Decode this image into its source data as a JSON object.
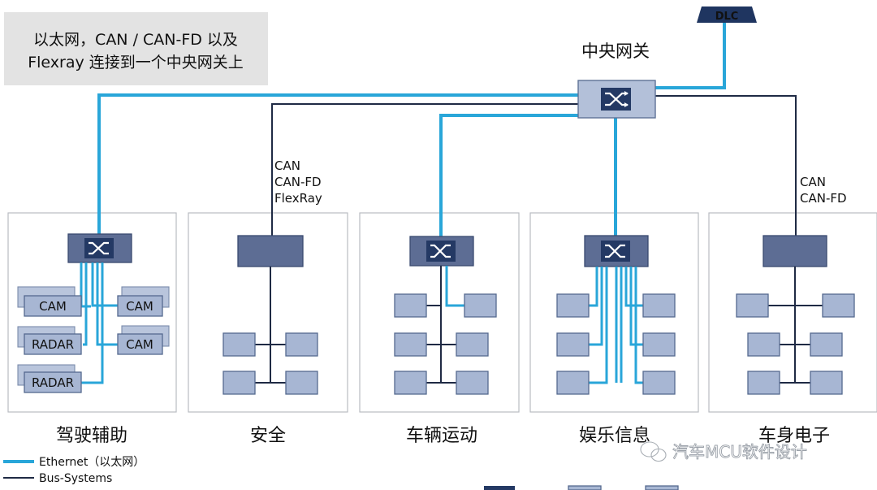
{
  "note": {
    "line1": "以太网，CAN / CAN-FD 以及",
    "line2": "Flexray 连接到一个中央网关上"
  },
  "gateway": {
    "label": "中央网关"
  },
  "dlc": {
    "label": "DLC"
  },
  "bus_labels": {
    "safety": [
      "CAN",
      "CAN-FD",
      "FlexRay"
    ],
    "body": [
      "CAN",
      "CAN-FD"
    ]
  },
  "adas": {
    "cam1": "CAM",
    "cam2": "CAM",
    "cam3": "CAM",
    "radar1": "RADAR",
    "radar2": "RADAR"
  },
  "zones": [
    "驾驶辅助",
    "安全",
    "车辆运动",
    "娱乐信息",
    "车身电子"
  ],
  "legend": {
    "ethernet": "Ethernet（以太网）",
    "bus": "Bus-Systems"
  },
  "watermark": "汽车MCU软件设计",
  "colors": {
    "ethernet": "#29a6d9",
    "bus": "#1f2a44",
    "ecu": "#a7b6d3",
    "switch": "#243964"
  }
}
